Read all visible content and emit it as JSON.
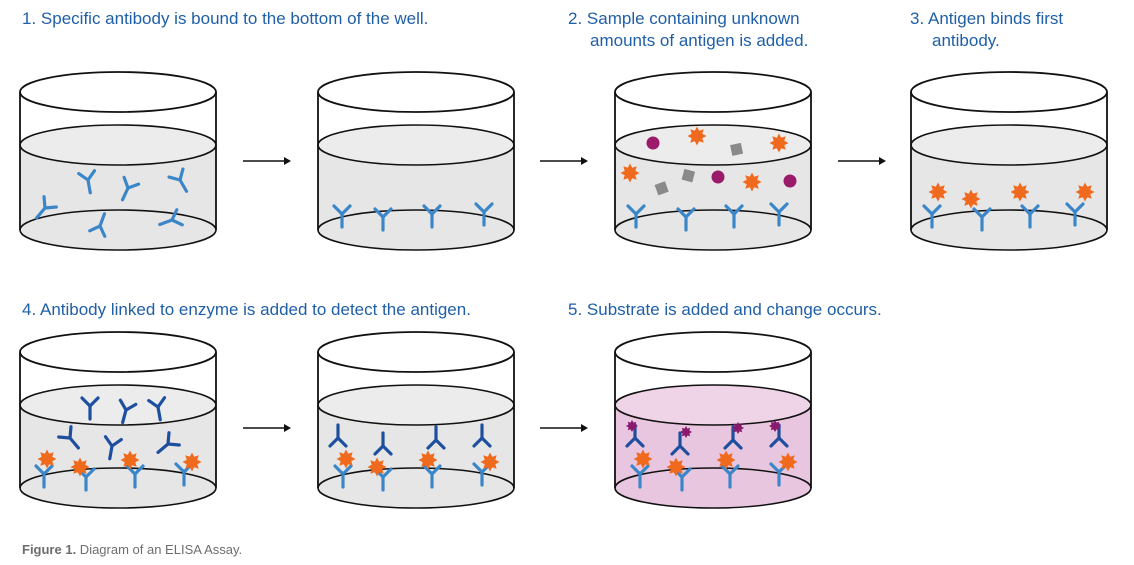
{
  "steps": [
    {
      "number": "1.",
      "text": "Specific antibody is bound to the bottom of the well."
    },
    {
      "number": "2.",
      "line1": "Sample containing unknown",
      "line2": "amounts of antigen is added."
    },
    {
      "number": "3.",
      "line1": "Antigen binds first",
      "line2": "antibody."
    },
    {
      "number": "4.",
      "text": "Antibody linked to enzyme is added to detect the antigen."
    },
    {
      "number": "5.",
      "text": "Substrate is added and change occurs."
    }
  ],
  "caption": {
    "label": "Figure 1.",
    "text": " Diagram of an ELISA Assay."
  },
  "colors": {
    "label": "#1f5fa8",
    "capture_antibody": "#3a86c8",
    "detection_antibody": "#1e4f9e",
    "antigen": "#f06a1e",
    "protein_square": "#8a8a8a",
    "protein_circle": "#9b1b6b",
    "liquid": "#e6e6e6",
    "substrate_liquid": "#e9c6df",
    "enzyme_product": "#8a1a6e",
    "outline": "#111111"
  }
}
